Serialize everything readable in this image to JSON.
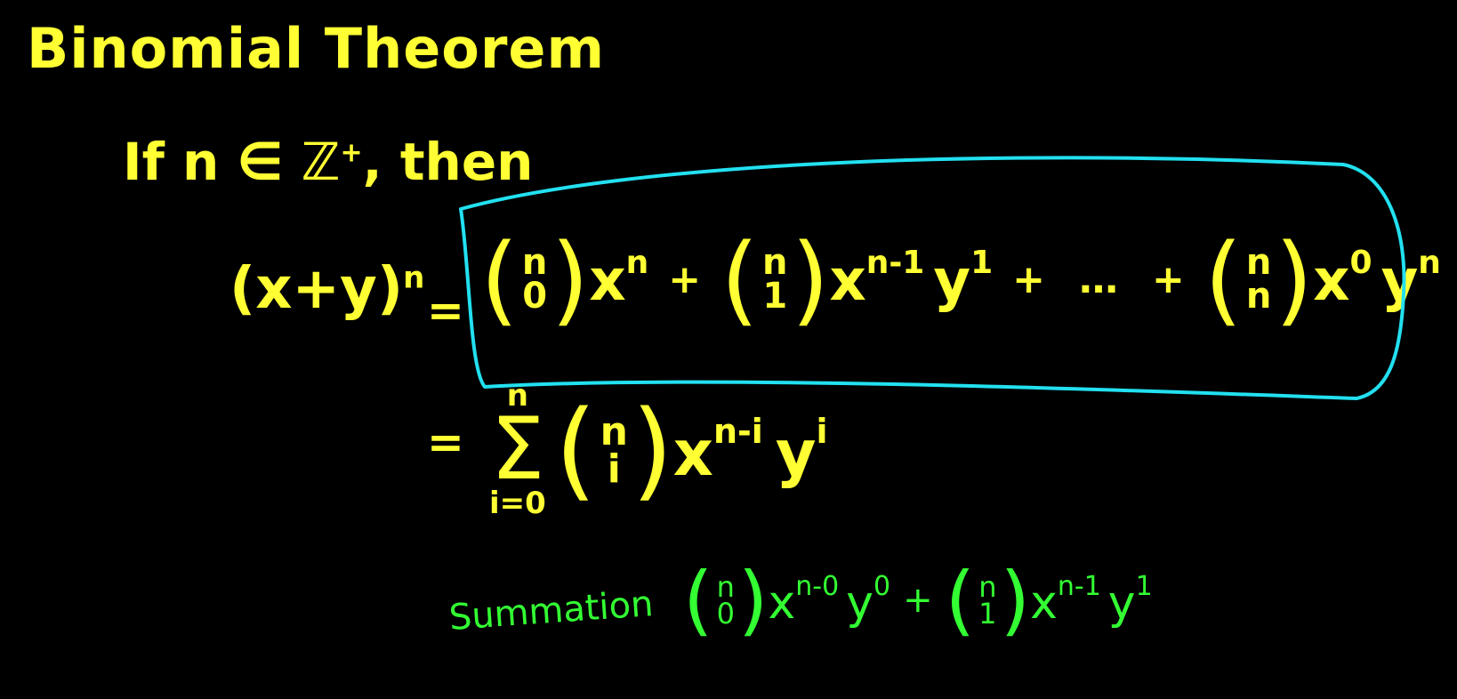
{
  "title": "Binomial Theorem",
  "hypothesis": {
    "prefix": "If n ∈ ",
    "set": "ℤ",
    "set_sup": "+",
    "suffix": ", then"
  },
  "lhs": {
    "base": "(x+y)",
    "power": "n"
  },
  "equals": "=",
  "expansion": {
    "term1": {
      "top": "n",
      "bottom": "0",
      "var": "x",
      "var_sup": "n"
    },
    "plus1": "+",
    "term2": {
      "top": "n",
      "bottom": "1",
      "var": "x",
      "var_sup": "n-1",
      "var2": "y",
      "var2_sup": "1"
    },
    "plus2": "+",
    "ellipsis": "…",
    "plus3": "+",
    "term3": {
      "top": "n",
      "bottom": "n",
      "var": "x",
      "var_sup": "0",
      "var2": "y",
      "var2_sup": "n"
    }
  },
  "summation": {
    "upper": "n",
    "symbol": "Σ",
    "lower": "i=0",
    "binom_top": "n",
    "binom_bottom": "i",
    "var": "x",
    "var_sup": "n-i",
    "var2": "y",
    "var2_sup": "i"
  },
  "note": {
    "label": "Summation",
    "term1": {
      "top": "n",
      "bottom": "0",
      "var": "x",
      "var_sup": "n-0",
      "var2": "y",
      "var2_sup": "0"
    },
    "plus": "+",
    "term2": {
      "top": "n",
      "bottom": "1",
      "var": "x",
      "var_sup": "n-1",
      "var2": "y",
      "var2_sup": "1"
    }
  },
  "colors": {
    "background": "#000000",
    "yellow_ink": "#ffff33",
    "green_ink": "#33ff33",
    "box_ink": "#22e0f0"
  }
}
